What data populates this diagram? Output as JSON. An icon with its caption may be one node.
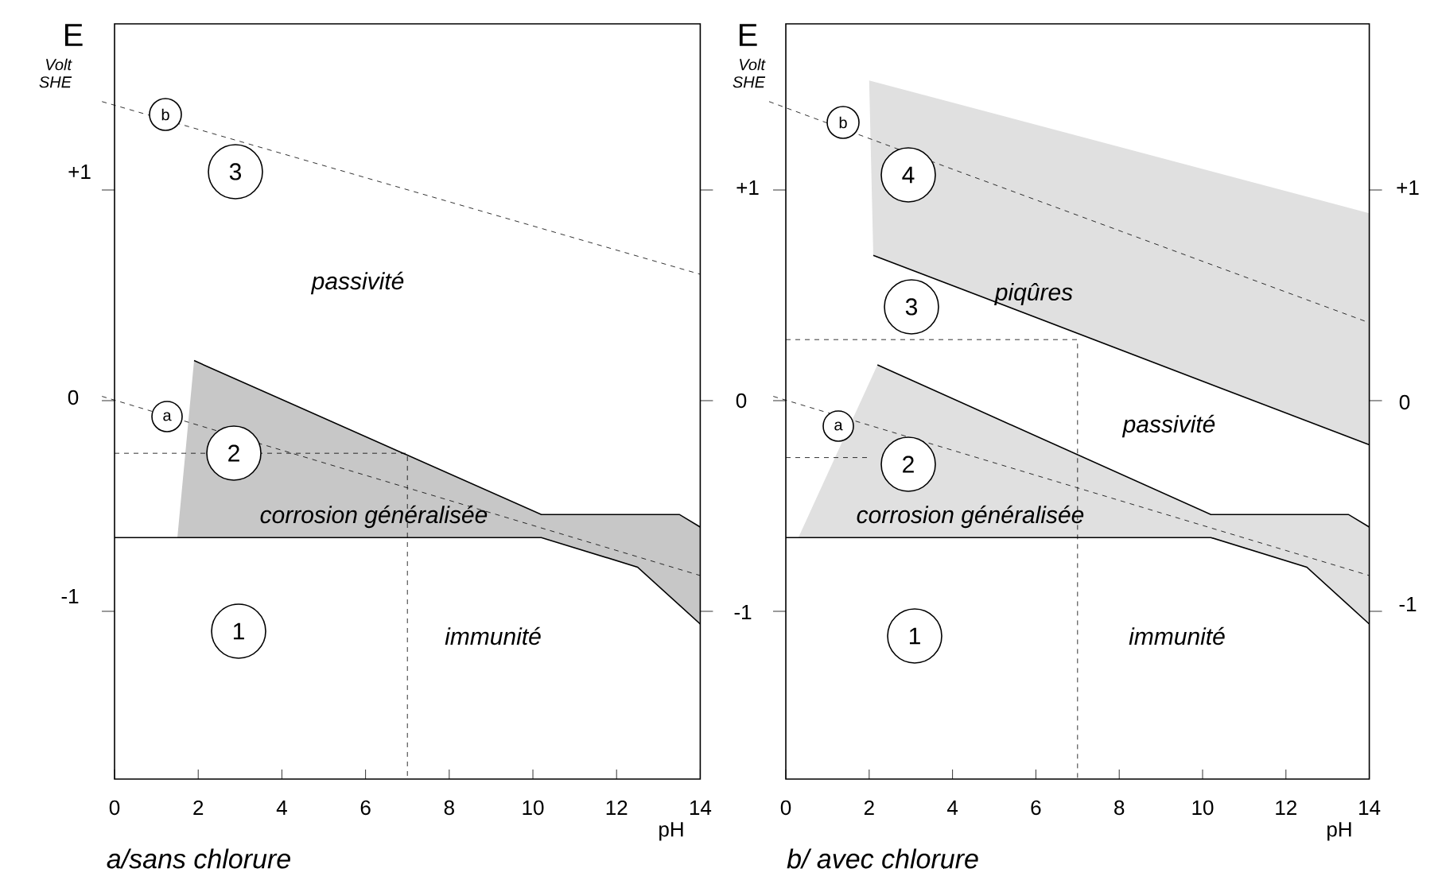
{
  "diagram": {
    "nodes": [
      {
        "text": [
          "b"
        ]
      },
      {
        "text": [
          "3"
        ]
      },
      {
        "text": [
          "a"
        ]
      },
      {
        "text": [
          "2"
        ]
      },
      {
        "text": [
          "1"
        ]
      },
      {
        "text": [
          "b"
        ]
      },
      {
        "text": [
          "4"
        ]
      },
      {
        "text": [
          "3"
        ]
      },
      {
        "text": [
          "a"
        ]
      },
      {
        "text": [
          "2"
        ]
      },
      {
        "text": [
          "1"
        ]
      }
    ],
    "labels": [
      "E",
      "Volt SHE",
      "+1",
      "passivité",
      "0",
      "corrosion généralisée",
      "-1",
      "immunité",
      "0",
      "2",
      "4",
      "6",
      "8",
      "10",
      "12",
      "14",
      "pH",
      "a/sans chlorure",
      "E",
      "Volt SHE",
      "+1",
      "+1",
      "piqûres",
      "0",
      "0",
      "passivité",
      "corrosion généralisée",
      "-1",
      "-1",
      "immunité",
      "0",
      "2",
      "4",
      "6",
      "8",
      "10",
      "12",
      "14",
      "pH",
      "b/ avec chlorure"
    ]
  }
}
